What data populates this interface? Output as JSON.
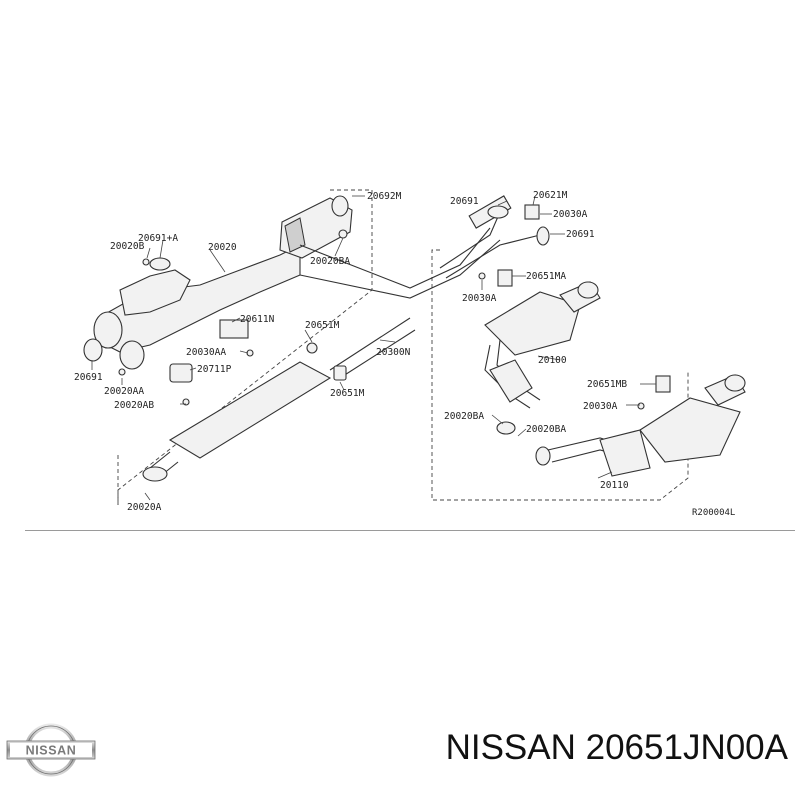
{
  "diagram": {
    "labels": [
      "20692M",
      "20691+A",
      "20020",
      "20020B",
      "20020BA",
      "20611N",
      "20030AA",
      "20711P",
      "20691",
      "20020AA",
      "20020AB",
      "20651M",
      "20300N",
      "20651M",
      "20020A",
      "20691",
      "20621M",
      "20030A",
      "20691",
      "20651MA",
      "20030A",
      "20100",
      "20651MB",
      "20030A",
      "20020BA",
      "20020BA",
      "20110"
    ],
    "reference": "R200004L"
  },
  "brand": {
    "logo_text": "NISSAN"
  },
  "caption": {
    "text": "NISSAN 20651JN00A"
  }
}
